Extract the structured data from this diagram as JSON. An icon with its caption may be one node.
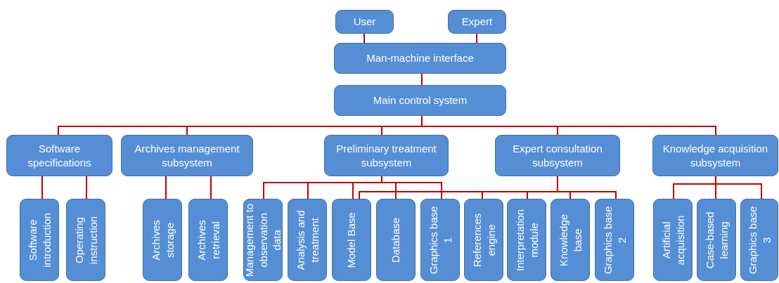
{
  "diagram": {
    "nodes": [
      {
        "text": [
          "User"
        ]
      },
      {
        "text": [
          "Expert"
        ]
      },
      {
        "text": [
          "Man-machine interface"
        ]
      },
      {
        "text": [
          "Main control system"
        ]
      },
      {
        "text": [
          "Software specifications"
        ]
      },
      {
        "text": [
          "Archives management subsystem"
        ]
      },
      {
        "text": [
          "Preliminary treatment subsystem"
        ]
      },
      {
        "text": [
          "Expert consultation subsystem"
        ]
      },
      {
        "text": [
          "Knowledge acquisition subsystem"
        ]
      },
      {
        "text": [
          "Software introduction"
        ]
      },
      {
        "text": [
          "Operating instruction"
        ]
      },
      {
        "text": [
          "Archives storage"
        ]
      },
      {
        "text": [
          "Archives retrieval"
        ]
      },
      {
        "text": [
          "Management to observation data"
        ]
      },
      {
        "text": [
          "Analysis and treatment"
        ]
      },
      {
        "text": [
          "Model Base"
        ]
      },
      {
        "text": [
          "Database"
        ]
      },
      {
        "text": [
          "Graphics base 1"
        ]
      },
      {
        "text": [
          "References engine"
        ]
      },
      {
        "text": [
          "Interpretation module"
        ]
      },
      {
        "text": [
          "Knowledge base"
        ]
      },
      {
        "text": [
          "Graphics base 2"
        ]
      },
      {
        "text": [
          "Artificial acquisition"
        ]
      },
      {
        "text": [
          "Case-based learning"
        ]
      },
      {
        "text": [
          "Graphics base 3"
        ]
      }
    ],
    "edges": [
      {
        "from": 0,
        "to": 2,
        "arrow": "none"
      },
      {
        "from": 1,
        "to": 2,
        "arrow": "none"
      },
      {
        "from": 2,
        "to": 3,
        "arrow": "none"
      },
      {
        "from": 3,
        "to": 4,
        "arrow": "none"
      },
      {
        "from": 3,
        "to": 5,
        "arrow": "none"
      },
      {
        "from": 3,
        "to": 6,
        "arrow": "none"
      },
      {
        "from": 3,
        "to": 7,
        "arrow": "none"
      },
      {
        "from": 3,
        "to": 8,
        "arrow": "none"
      },
      {
        "from": 4,
        "to": 9,
        "arrow": "none"
      },
      {
        "from": 4,
        "to": 10,
        "arrow": "none"
      },
      {
        "from": 5,
        "to": 11,
        "arrow": "none"
      },
      {
        "from": 5,
        "to": 12,
        "arrow": "none"
      },
      {
        "from": 6,
        "to": 13,
        "arrow": "none"
      },
      {
        "from": 6,
        "to": 14,
        "arrow": "none"
      },
      {
        "from": 6,
        "to": 15,
        "arrow": "none"
      },
      {
        "from": 6,
        "to": 16,
        "arrow": "none"
      },
      {
        "from": 6,
        "to": 17,
        "arrow": "none"
      },
      {
        "from": 7,
        "to": 15,
        "arrow": "none"
      },
      {
        "from": 7,
        "to": 16,
        "arrow": "none"
      },
      {
        "from": 7,
        "to": 17,
        "arrow": "none"
      },
      {
        "from": 7,
        "to": 18,
        "arrow": "none"
      },
      {
        "from": 7,
        "to": 19,
        "arrow": "none"
      },
      {
        "from": 7,
        "to": 20,
        "arrow": "none"
      },
      {
        "from": 7,
        "to": 21,
        "arrow": "none"
      },
      {
        "from": 8,
        "to": 22,
        "arrow": "none"
      },
      {
        "from": 8,
        "to": 23,
        "arrow": "none"
      },
      {
        "from": 8,
        "to": 24,
        "arrow": "none"
      }
    ]
  }
}
